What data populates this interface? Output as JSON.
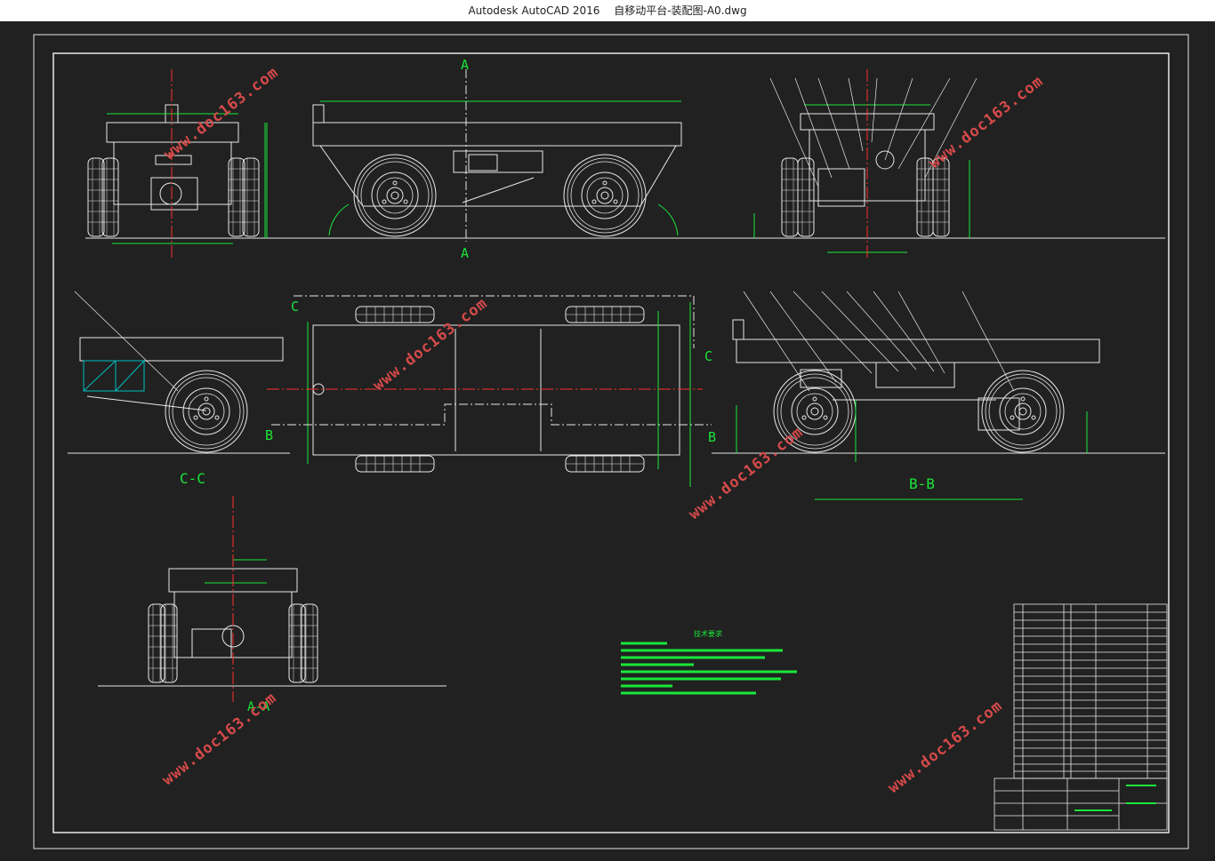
{
  "window": {
    "app_title": "Autodesk AutoCAD 2016",
    "file_title": "自移动平台-装配图-A0.dwg"
  },
  "colors": {
    "background": "#212121",
    "linework": "#e8e8e8",
    "dimension": "#19e63a",
    "centerline": "#ff3030",
    "section_label": "#19e63a",
    "watermark": "#d64a4a",
    "hatch": "#00c0c0"
  },
  "drawing": {
    "section_labels": {
      "a_top": "A",
      "a_bottom": "A",
      "c_left": "C",
      "c_right": "C",
      "b_left": "B",
      "b_right": "B",
      "view_cc": "C-C",
      "view_bb": "B-B",
      "view_aa": "A-A"
    },
    "watermarks": [
      "www.doc163.com",
      "www.doc163.com",
      "www.doc163.com",
      "www.doc163.com",
      "www.doc163.com",
      "www.doc163.com"
    ],
    "tech_requirements_title": "技术要求"
  }
}
